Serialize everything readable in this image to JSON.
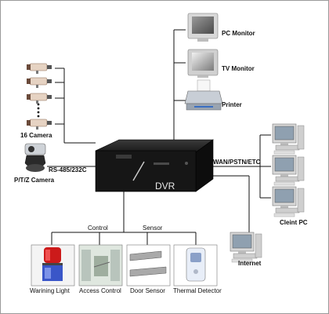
{
  "labels": {
    "pc_monitor": "PC Monitor",
    "tv_monitor": "TV Monitor",
    "printer": "Printer",
    "cameras": "16 Camera",
    "ptz_camera": "P/T/Z Camera",
    "rs485": "RS-485/232C",
    "dvr": "DVR",
    "network": "WAN/PSTN/ETC",
    "client_pc": "Cleint PC",
    "internet": "Internet",
    "control": "Control",
    "sensor": "Sensor",
    "warning_light": "Warining Light",
    "access_control": "Access Control",
    "door_sensor": "Door Sensor",
    "thermal_detector": "Thermal Detector"
  },
  "colors": {
    "line": "#111111",
    "dvr_body": "#161616",
    "dvr_text": "#e8e8e8",
    "monitor_body": "#d8d8d8",
    "monitor_screen": "#7c7c7c",
    "warning_light_red": "#cc1a1a",
    "warning_light_blue": "#3a56c8"
  },
  "icons": {
    "cameras": "cctv-camera-icon",
    "ptz_camera": "ptz-camera-icon",
    "dvr": "dvr-recorder-icon",
    "pc_monitor": "crt-monitor-icon",
    "tv_monitor": "tv-monitor-icon",
    "printer": "printer-icon",
    "client_pc": "desktop-pc-icon",
    "internet": "desktop-pc-icon",
    "warning_light": "siren-light-icon",
    "access_control": "turnstile-icon",
    "door_sensor": "magnetic-door-sensor-icon",
    "thermal_detector": "thermal-detector-icon"
  }
}
